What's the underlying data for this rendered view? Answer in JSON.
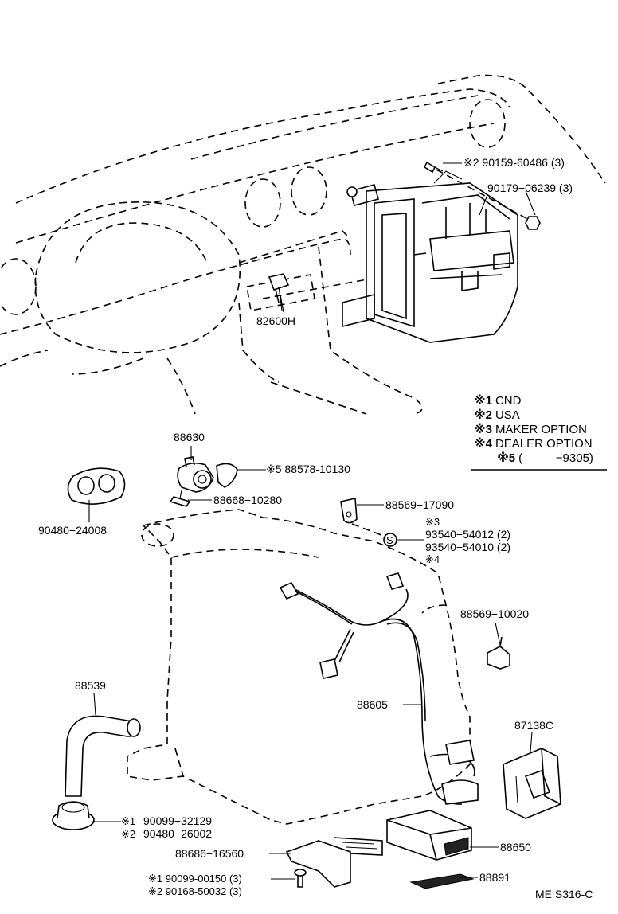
{
  "legend": {
    "items": [
      {
        "mark": "※1",
        "text": "CND"
      },
      {
        "mark": "※2",
        "text": "USA"
      },
      {
        "mark": "※3",
        "text": "MAKER OPTION"
      },
      {
        "mark": "※4",
        "text": "DEALER OPTION"
      },
      {
        "mark": "※5",
        "text": "(          −9305)"
      }
    ]
  },
  "parts": {
    "p_90159": "※2  90159-60486 (3)",
    "p_90179": "90179−06239 (3)",
    "p_82600H": "82600H",
    "p_88630": "88630",
    "p_88578": "※5 88578-10130",
    "p_88668": "88668−10280",
    "p_90480_24008": "90480−24008",
    "p_88569_17090": "88569−17090",
    "p_m3": "※3",
    "p_93540_54012": "93540−54012 (2)",
    "p_93540_54010": "93540−54010 (2)",
    "p_m4": "※4",
    "p_88569_10020": "88569−10020",
    "p_88605": "88605",
    "p_88539": "88539",
    "p_87138C": "87138C",
    "p_m1a": "※1",
    "p_90099_32129": "90099−32129",
    "p_m2a": "※2",
    "p_90480_26002": "90480−26002",
    "p_88686": "88686−16560",
    "p_88650": "88650",
    "p_90099_00150": "※1 90099-00150 (3)",
    "p_90168_50032": "※2 90168-50032 (3)",
    "p_88891": "88891",
    "p_ref": "ME S316-C"
  }
}
